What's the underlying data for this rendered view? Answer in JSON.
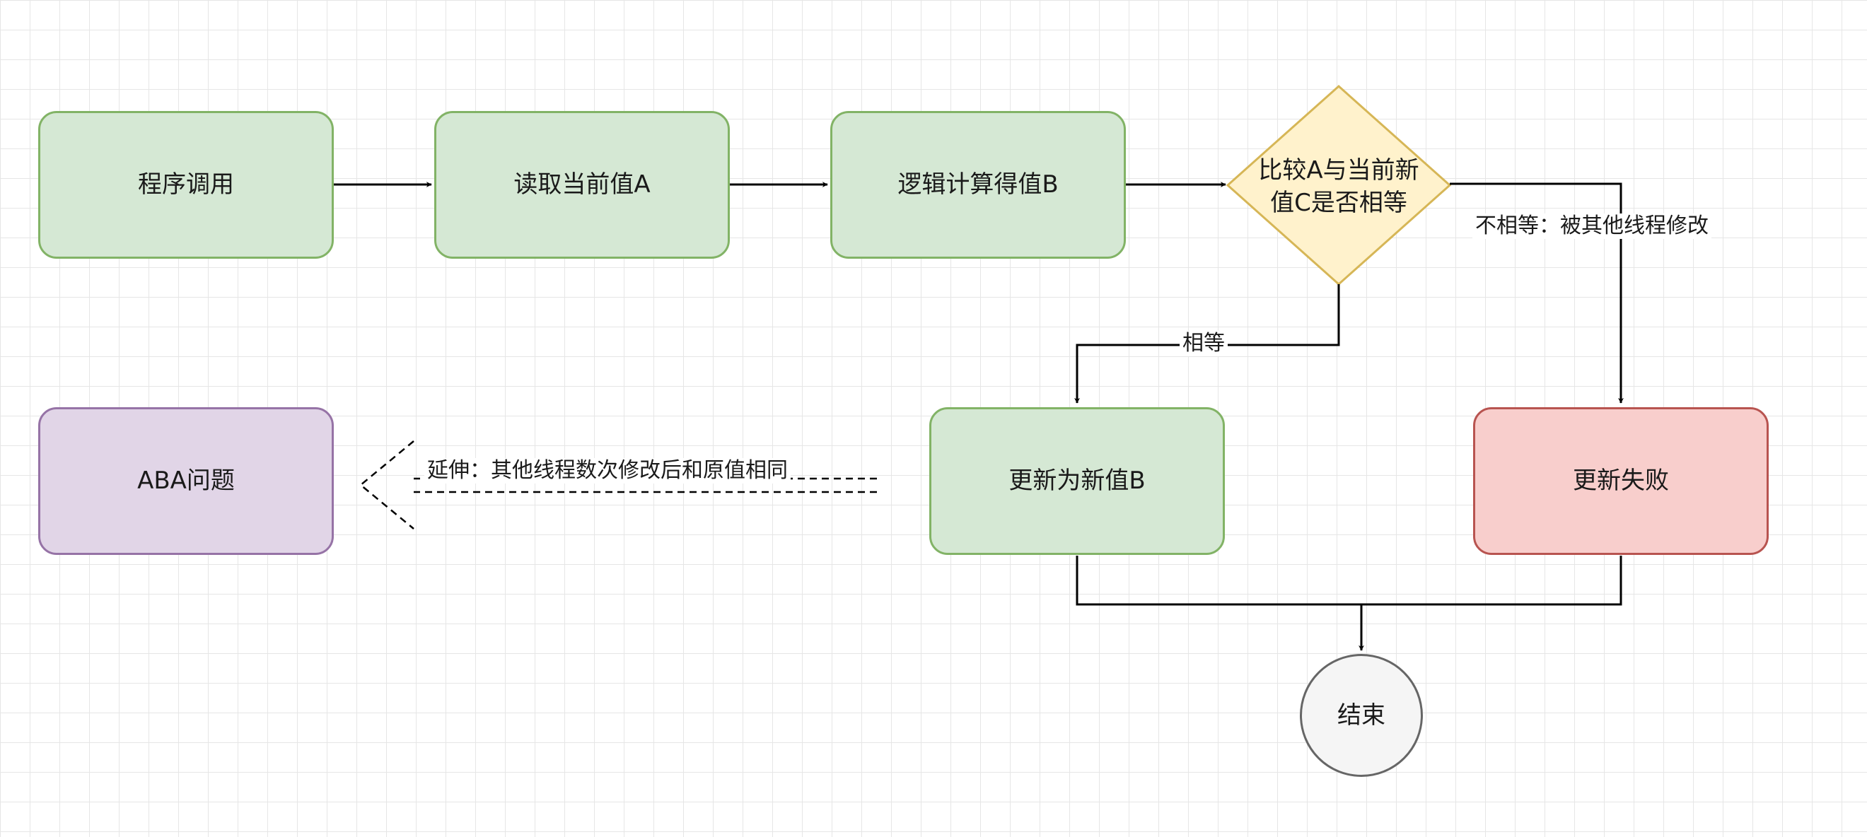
{
  "nodes": {
    "call": "程序调用",
    "read": "读取当前值A",
    "compute": "逻辑计算得值B",
    "compare": "比较A与当前新值C是否相等",
    "compare_line1": "比较A与当前新",
    "compare_line2": "值C是否相等",
    "update": "更新为新值B",
    "fail": "更新失败",
    "aba": "ABA问题",
    "end": "结束"
  },
  "edges": {
    "equal": "相等",
    "not_equal": "不相等：被其他线程修改",
    "extension": "延伸：其他线程数次修改后和原值相同"
  },
  "colors": {
    "green_fill": "#d5e8d4",
    "green_stroke": "#82b366",
    "purple_fill": "#e1d5e7",
    "purple_stroke": "#9673a6",
    "red_fill": "#f8cecc",
    "red_stroke": "#b85450",
    "diamond_fill": "#fff2cc",
    "diamond_stroke": "#d6b656",
    "end_fill": "#f5f5f5",
    "end_stroke": "#666666"
  }
}
